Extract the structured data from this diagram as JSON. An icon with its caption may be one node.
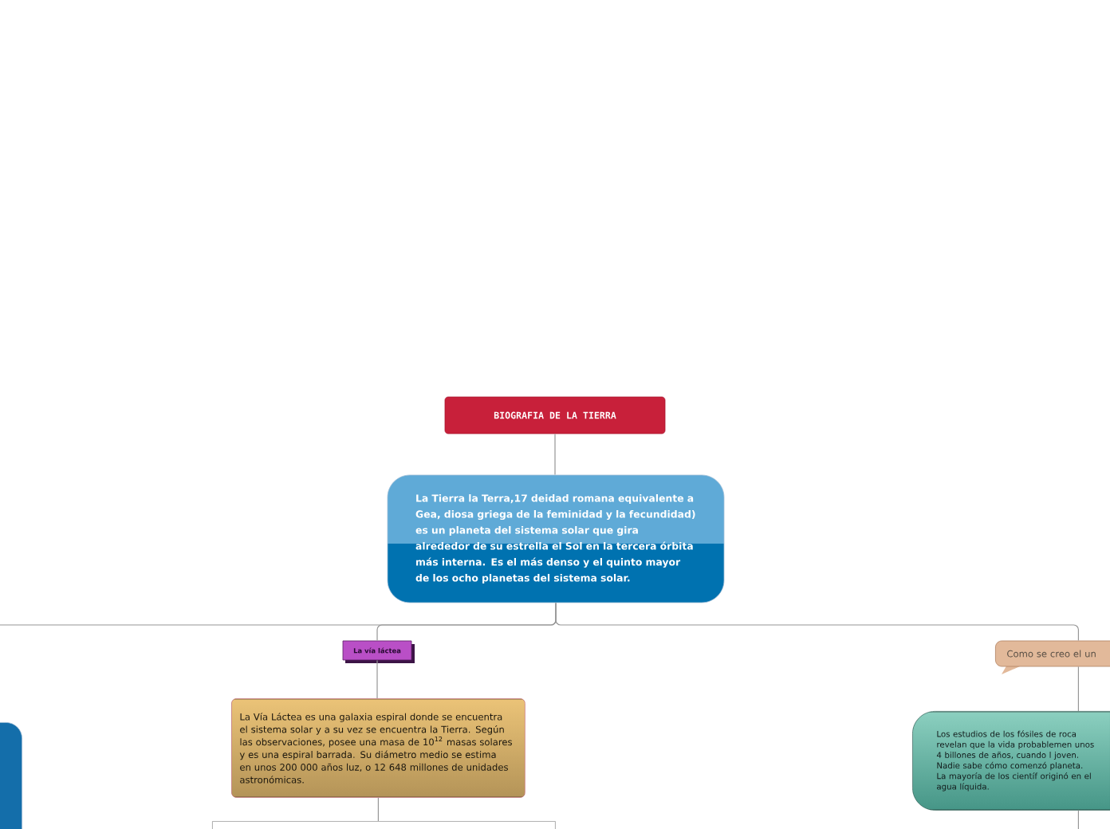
{
  "diagram": {
    "nodes": [
      {
        "text": [
          "BIOGRAFIA DE LA TIERRA"
        ]
      },
      {
        "text": [
          "La Tierra la Terra,17 deidad romana equivalente a Gea, diosa griega de la feminidad y la fecundidad) es un planeta del sistema solar que gira alrededor de su estrella el Sol en la tercera órbita más interna. Es el más denso y el quinto mayor de los ocho planetas del sistema solar."
        ]
      },
      {
        "text": [],
        "shape": "box"
      },
      {
        "text": [
          "La vía láctea"
        ]
      },
      {
        "text": [
          "Como se creo el un"
        ]
      },
      {
        "text": [
          "La Vía Láctea   es una galaxia espiral donde se encuentra el sistema solar y a su vez se encuentra la Tierra. Según las observaciones, posee una masa de 10$^{12}$ masas solares y es una espiral barrada. Su diámetro medio se estima en unos 200 000 años luz, o 12 648 millones de unidades astronómicas."
        ]
      },
      {
        "text": [
          "Los estudios de los fósiles de roca revelan que la vida probablemen unos 4 billones de años, cuando l joven. Nadie sabe cómo comenzó planeta. La mayoría de los científ originó en el agua líquida."
        ]
      },
      {
        "text": [],
        "shape": "box"
      }
    ],
    "edges": [
      {
        "from": 0,
        "to": 1,
        "arrow": "none"
      },
      {
        "from": 1,
        "to": null,
        "arrow": "none"
      },
      {
        "from": 1,
        "to": 3,
        "arrow": "none"
      },
      {
        "from": 1,
        "to": 4,
        "arrow": "none"
      },
      {
        "from": 3,
        "to": 5,
        "arrow": "none"
      },
      {
        "from": 4,
        "to": 6,
        "arrow": "none"
      },
      {
        "from": 5,
        "to": 7,
        "arrow": "none"
      },
      {
        "from": 6,
        "to": null,
        "arrow": "none"
      }
    ]
  }
}
